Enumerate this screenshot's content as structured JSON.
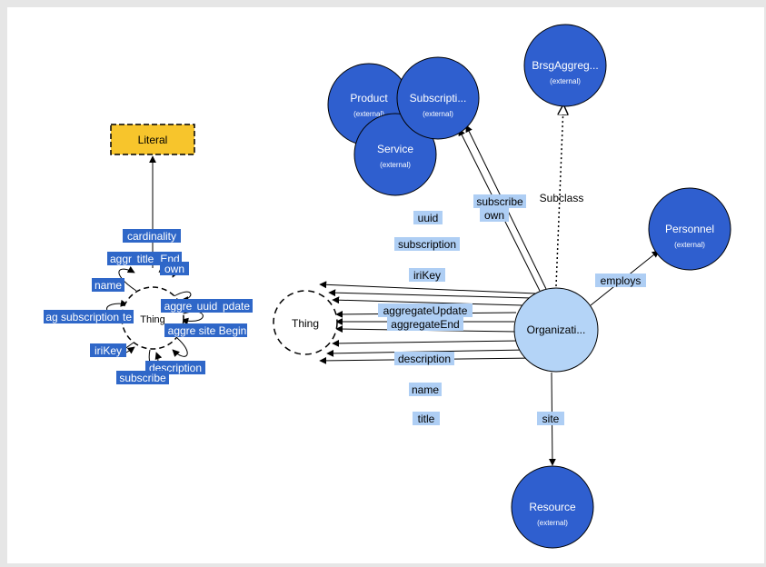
{
  "colors": {
    "external_class": "#2f5fcf",
    "class_light": "#b4d4f7",
    "literal": "#f7c52c",
    "label_dark": "#2f67c8",
    "label_light": "#aeceF4",
    "edge": "#000000"
  },
  "nodes": {
    "literal": {
      "label": "Literal"
    },
    "thing_small": {
      "label": "Thing"
    },
    "thing_large": {
      "label": "Thing"
    },
    "product": {
      "label": "Product",
      "sub": "(external)"
    },
    "subscription": {
      "label": "Subscripti...",
      "sub": "(external)"
    },
    "service": {
      "label": "Service",
      "sub": "(external)"
    },
    "brsg": {
      "label": "BrsgAggreg...",
      "sub": "(external)"
    },
    "personnel": {
      "label": "Personnel",
      "sub": "(external)"
    },
    "organization": {
      "label": "Organizati..."
    },
    "resource": {
      "label": "Resource",
      "sub": "(external)"
    }
  },
  "small_labels": {
    "cardinality": "cardinality",
    "aggregate_end": "aggr",
    "title": "title",
    "end_suffix": "End",
    "own": "own",
    "name": "name",
    "aggregate_update": "aggre",
    "uuid": "uuid",
    "update_suffix": "pdate",
    "ag": "ag",
    "subscription": "subscription",
    "te": "te",
    "aggre2": "aggre",
    "site": "site",
    "begin": "Begin",
    "irikey": "iriKey",
    "description": "description",
    "subscribe": "subscribe"
  },
  "large_labels": {
    "uuid": "uuid",
    "subscription": "subscription",
    "irikey": "iriKey",
    "aggregate_update": "aggregateUpdate",
    "aggregate_end": "aggregateEnd",
    "description": "description",
    "name": "name",
    "title": "title",
    "subscribe": "subscribe",
    "own": "own",
    "subclass": "Subclass",
    "employs": "employs",
    "site": "site"
  }
}
